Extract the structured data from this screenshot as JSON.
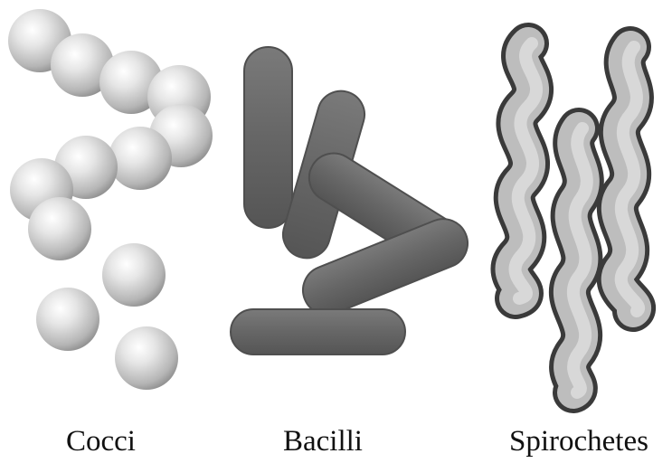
{
  "labels": {
    "cocci": "Cocci",
    "bacilli": "Bacilli",
    "spirochetes": "Spirochetes"
  },
  "colors": {
    "background": "#ffffff",
    "cocci_light": "#f4f4f4",
    "cocci_dark": "#8a8a8a",
    "bacilli_fill": "#6b6b6b",
    "bacilli_shadow": "#4a4a4a",
    "spirochete_light": "#d8d8d8",
    "spirochete_dark": "#4e4e4e",
    "text": "#111111"
  }
}
